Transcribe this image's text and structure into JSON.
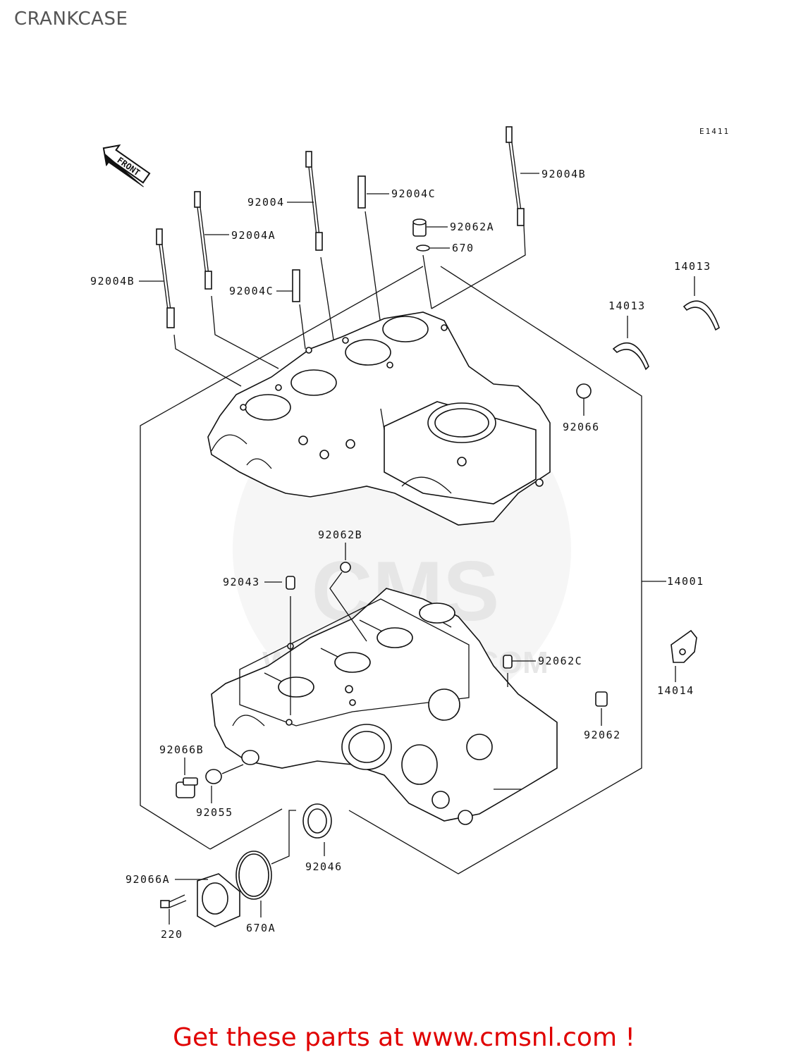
{
  "title": "CRANKCASE",
  "diagram_code": "E1411",
  "front_arrow_label": "FRONT",
  "watermark": {
    "brand": "CMS",
    "url": "WWW.CMSNL.COM"
  },
  "callouts": [
    {
      "id": "c-92004B-top",
      "part": "92004B"
    },
    {
      "id": "c-92004C-top",
      "part": "92004C"
    },
    {
      "id": "c-92004",
      "part": "92004"
    },
    {
      "id": "c-92004A",
      "part": "92004A"
    },
    {
      "id": "c-92004B-left",
      "part": "92004B"
    },
    {
      "id": "c-92004C-mid",
      "part": "92004C"
    },
    {
      "id": "c-92062A",
      "part": "92062A"
    },
    {
      "id": "c-670",
      "part": "670"
    },
    {
      "id": "c-14013-right",
      "part": "14013"
    },
    {
      "id": "c-14013-left",
      "part": "14013"
    },
    {
      "id": "c-92066",
      "part": "92066"
    },
    {
      "id": "c-92062B",
      "part": "92062B"
    },
    {
      "id": "c-92043",
      "part": "92043"
    },
    {
      "id": "c-14001",
      "part": "14001"
    },
    {
      "id": "c-92062C",
      "part": "92062C"
    },
    {
      "id": "c-14014",
      "part": "14014"
    },
    {
      "id": "c-92062",
      "part": "92062"
    },
    {
      "id": "c-92066B",
      "part": "92066B"
    },
    {
      "id": "c-92055",
      "part": "92055"
    },
    {
      "id": "c-92046",
      "part": "92046"
    },
    {
      "id": "c-92066A",
      "part": "92066A"
    },
    {
      "id": "c-220",
      "part": "220"
    },
    {
      "id": "c-670A",
      "part": "670A"
    }
  ],
  "footer": "Get these parts at www.cmsnl.com !"
}
